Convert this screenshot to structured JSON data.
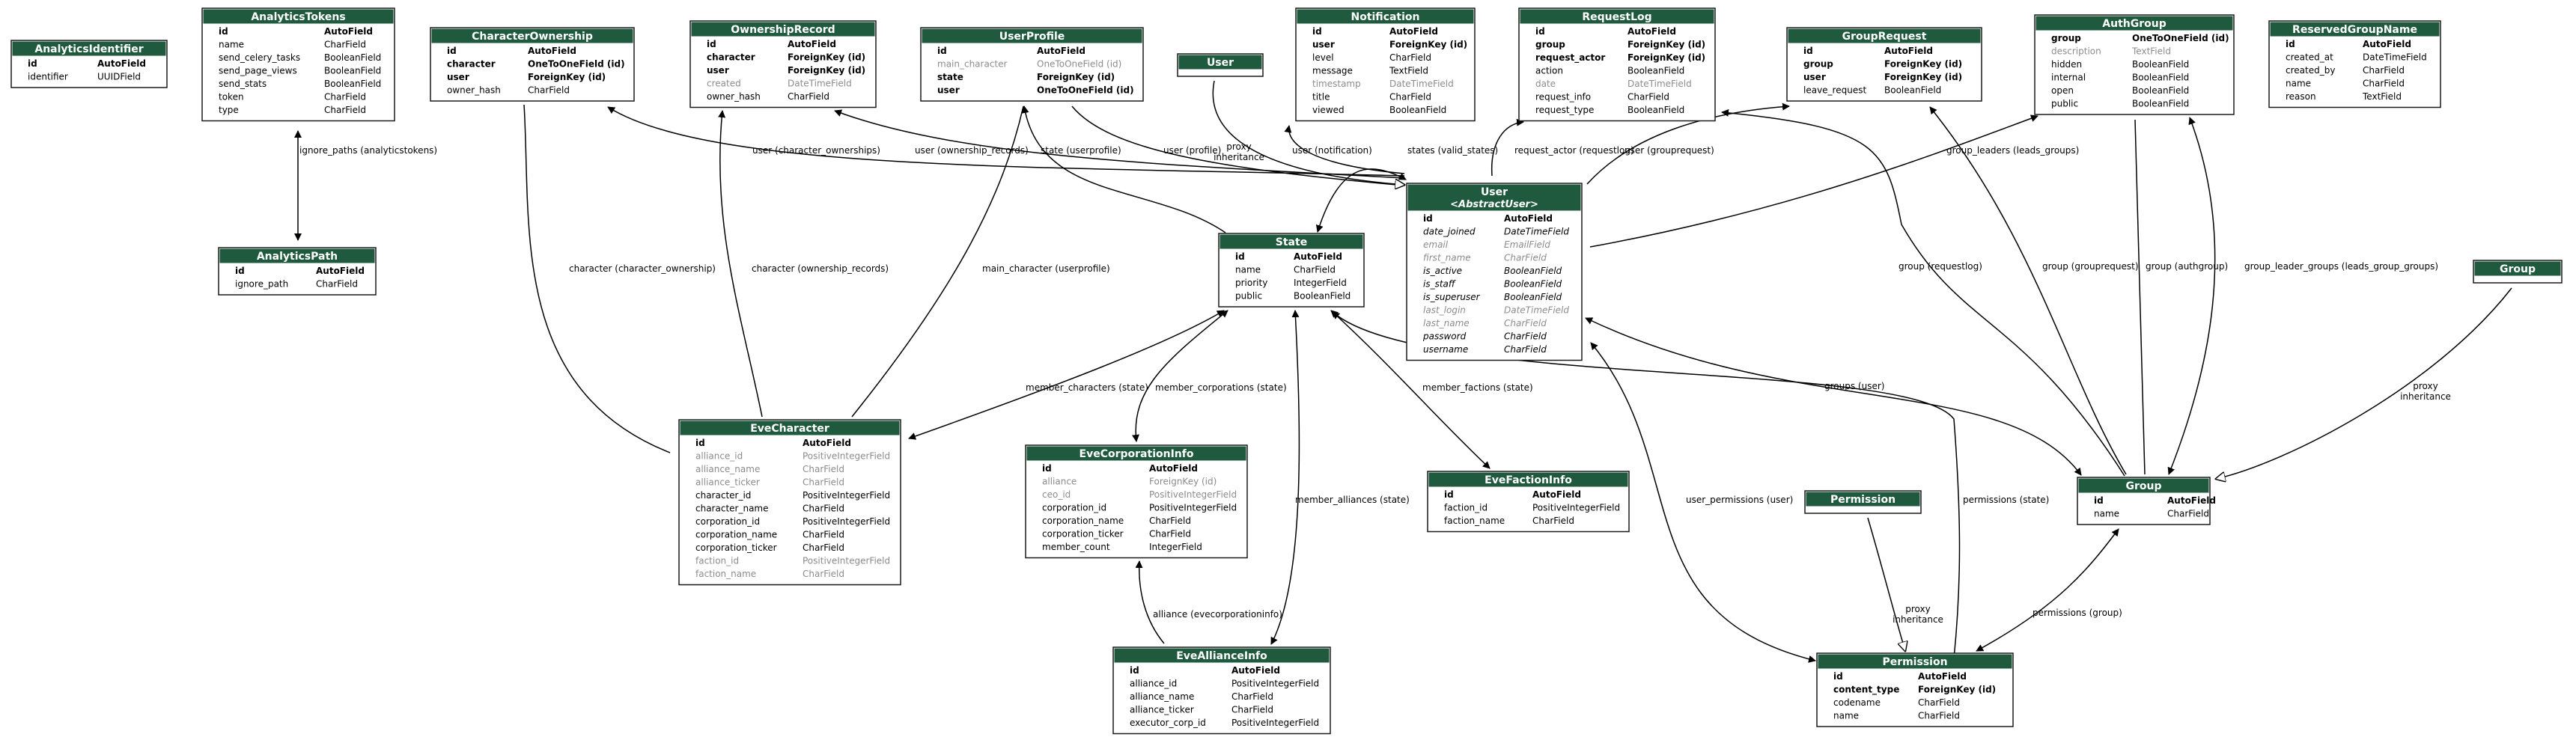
{
  "diagram": {
    "colors": {
      "header": "#1f5a3e",
      "header_text": "#ffffff",
      "border": "#1a1a1a",
      "text": "#000000",
      "muted": "#8c8c8c",
      "edge": "#000000",
      "background": "#ffffff"
    },
    "tables": [
      {
        "id": "AnalyticsIdentifier",
        "title": "AnalyticsIdentifier",
        "rows": [
          {
            "name": "id",
            "type": "AutoField",
            "style": "bold"
          },
          {
            "name": "identifier",
            "type": "UUIDField",
            "style": "normal"
          }
        ]
      },
      {
        "id": "AnalyticsTokens",
        "title": "AnalyticsTokens",
        "rows": [
          {
            "name": "id",
            "type": "AutoField",
            "style": "bold"
          },
          {
            "name": "name",
            "type": "CharField",
            "style": "normal"
          },
          {
            "name": "send_celery_tasks",
            "type": "BooleanField",
            "style": "normal"
          },
          {
            "name": "send_page_views",
            "type": "BooleanField",
            "style": "normal"
          },
          {
            "name": "send_stats",
            "type": "BooleanField",
            "style": "normal"
          },
          {
            "name": "token",
            "type": "CharField",
            "style": "normal"
          },
          {
            "name": "type",
            "type": "CharField",
            "style": "normal"
          }
        ]
      },
      {
        "id": "AnalyticsPath",
        "title": "AnalyticsPath",
        "rows": [
          {
            "name": "id",
            "type": "AutoField",
            "style": "bold"
          },
          {
            "name": "ignore_path",
            "type": "CharField",
            "style": "normal"
          }
        ]
      },
      {
        "id": "CharacterOwnership",
        "title": "CharacterOwnership",
        "rows": [
          {
            "name": "id",
            "type": "AutoField",
            "style": "bold"
          },
          {
            "name": "character",
            "type": "OneToOneField (id)",
            "style": "bold"
          },
          {
            "name": "user",
            "type": "ForeignKey (id)",
            "style": "bold"
          },
          {
            "name": "owner_hash",
            "type": "CharField",
            "style": "normal"
          }
        ]
      },
      {
        "id": "OwnershipRecord",
        "title": "OwnershipRecord",
        "rows": [
          {
            "name": "id",
            "type": "AutoField",
            "style": "bold"
          },
          {
            "name": "character",
            "type": "ForeignKey (id)",
            "style": "bold"
          },
          {
            "name": "user",
            "type": "ForeignKey (id)",
            "style": "bold"
          },
          {
            "name": "created",
            "type": "DateTimeField",
            "style": "muted"
          },
          {
            "name": "owner_hash",
            "type": "CharField",
            "style": "normal"
          }
        ]
      },
      {
        "id": "UserProfile",
        "title": "UserProfile",
        "rows": [
          {
            "name": "id",
            "type": "AutoField",
            "style": "bold"
          },
          {
            "name": "main_character",
            "type": "OneToOneField (id)",
            "style": "muted"
          },
          {
            "name": "state",
            "type": "ForeignKey (id)",
            "style": "bold"
          },
          {
            "name": "user",
            "type": "OneToOneField (id)",
            "style": "bold"
          }
        ]
      },
      {
        "id": "UserStub",
        "title": "User",
        "rows": []
      },
      {
        "id": "Notification",
        "title": "Notification",
        "rows": [
          {
            "name": "id",
            "type": "AutoField",
            "style": "bold"
          },
          {
            "name": "user",
            "type": "ForeignKey (id)",
            "style": "bold"
          },
          {
            "name": "level",
            "type": "CharField",
            "style": "normal"
          },
          {
            "name": "message",
            "type": "TextField",
            "style": "normal"
          },
          {
            "name": "timestamp",
            "type": "DateTimeField",
            "style": "muted"
          },
          {
            "name": "title",
            "type": "CharField",
            "style": "normal"
          },
          {
            "name": "viewed",
            "type": "BooleanField",
            "style": "normal"
          }
        ]
      },
      {
        "id": "RequestLog",
        "title": "RequestLog",
        "rows": [
          {
            "name": "id",
            "type": "AutoField",
            "style": "bold"
          },
          {
            "name": "group",
            "type": "ForeignKey (id)",
            "style": "bold"
          },
          {
            "name": "request_actor",
            "type": "ForeignKey (id)",
            "style": "bold"
          },
          {
            "name": "action",
            "type": "BooleanField",
            "style": "normal"
          },
          {
            "name": "date",
            "type": "DateTimeField",
            "style": "muted"
          },
          {
            "name": "request_info",
            "type": "CharField",
            "style": "normal"
          },
          {
            "name": "request_type",
            "type": "BooleanField",
            "style": "normal"
          }
        ]
      },
      {
        "id": "GroupRequest",
        "title": "GroupRequest",
        "rows": [
          {
            "name": "id",
            "type": "AutoField",
            "style": "bold"
          },
          {
            "name": "group",
            "type": "ForeignKey (id)",
            "style": "bold"
          },
          {
            "name": "user",
            "type": "ForeignKey (id)",
            "style": "bold"
          },
          {
            "name": "leave_request",
            "type": "BooleanField",
            "style": "normal"
          }
        ]
      },
      {
        "id": "AuthGroup",
        "title": "AuthGroup",
        "rows": [
          {
            "name": "group",
            "type": "OneToOneField (id)",
            "style": "bold"
          },
          {
            "name": "description",
            "type": "TextField",
            "style": "muted"
          },
          {
            "name": "hidden",
            "type": "BooleanField",
            "style": "normal"
          },
          {
            "name": "internal",
            "type": "BooleanField",
            "style": "normal"
          },
          {
            "name": "open",
            "type": "BooleanField",
            "style": "normal"
          },
          {
            "name": "public",
            "type": "BooleanField",
            "style": "normal"
          }
        ]
      },
      {
        "id": "ReservedGroupName",
        "title": "ReservedGroupName",
        "rows": [
          {
            "name": "id",
            "type": "AutoField",
            "style": "bold"
          },
          {
            "name": "created_at",
            "type": "DateTimeField",
            "style": "normal"
          },
          {
            "name": "created_by",
            "type": "CharField",
            "style": "normal"
          },
          {
            "name": "name",
            "type": "CharField",
            "style": "normal"
          },
          {
            "name": "reason",
            "type": "TextField",
            "style": "normal"
          }
        ]
      },
      {
        "id": "GroupStub",
        "title": "Group",
        "rows": []
      },
      {
        "id": "State",
        "title": "State",
        "rows": [
          {
            "name": "id",
            "type": "AutoField",
            "style": "bold"
          },
          {
            "name": "name",
            "type": "CharField",
            "style": "normal"
          },
          {
            "name": "priority",
            "type": "IntegerField",
            "style": "normal"
          },
          {
            "name": "public",
            "type": "BooleanField",
            "style": "normal"
          }
        ]
      },
      {
        "id": "User",
        "title": "User",
        "subtitle": "<AbstractUser>",
        "rows": [
          {
            "name": "id",
            "type": "AutoField",
            "style": "bold"
          },
          {
            "name": "date_joined",
            "type": "DateTimeField",
            "style": "italic"
          },
          {
            "name": "email",
            "type": "EmailField",
            "style": "muted-italic"
          },
          {
            "name": "first_name",
            "type": "CharField",
            "style": "muted-italic"
          },
          {
            "name": "is_active",
            "type": "BooleanField",
            "style": "italic"
          },
          {
            "name": "is_staff",
            "type": "BooleanField",
            "style": "italic"
          },
          {
            "name": "is_superuser",
            "type": "BooleanField",
            "style": "italic"
          },
          {
            "name": "last_login",
            "type": "DateTimeField",
            "style": "muted-italic"
          },
          {
            "name": "last_name",
            "type": "CharField",
            "style": "muted-italic"
          },
          {
            "name": "password",
            "type": "CharField",
            "style": "italic"
          },
          {
            "name": "username",
            "type": "CharField",
            "style": "italic"
          }
        ]
      },
      {
        "id": "EveCharacter",
        "title": "EveCharacter",
        "rows": [
          {
            "name": "id",
            "type": "AutoField",
            "style": "bold"
          },
          {
            "name": "alliance_id",
            "type": "PositiveIntegerField",
            "style": "muted"
          },
          {
            "name": "alliance_name",
            "type": "CharField",
            "style": "muted"
          },
          {
            "name": "alliance_ticker",
            "type": "CharField",
            "style": "muted"
          },
          {
            "name": "character_id",
            "type": "PositiveIntegerField",
            "style": "normal"
          },
          {
            "name": "character_name",
            "type": "CharField",
            "style": "normal"
          },
          {
            "name": "corporation_id",
            "type": "PositiveIntegerField",
            "style": "normal"
          },
          {
            "name": "corporation_name",
            "type": "CharField",
            "style": "normal"
          },
          {
            "name": "corporation_ticker",
            "type": "CharField",
            "style": "normal"
          },
          {
            "name": "faction_id",
            "type": "PositiveIntegerField",
            "style": "muted"
          },
          {
            "name": "faction_name",
            "type": "CharField",
            "style": "muted"
          }
        ]
      },
      {
        "id": "EveCorporationInfo",
        "title": "EveCorporationInfo",
        "rows": [
          {
            "name": "id",
            "type": "AutoField",
            "style": "bold"
          },
          {
            "name": "alliance",
            "type": "ForeignKey (id)",
            "style": "muted"
          },
          {
            "name": "ceo_id",
            "type": "PositiveIntegerField",
            "style": "muted"
          },
          {
            "name": "corporation_id",
            "type": "PositiveIntegerField",
            "style": "normal"
          },
          {
            "name": "corporation_name",
            "type": "CharField",
            "style": "normal"
          },
          {
            "name": "corporation_ticker",
            "type": "CharField",
            "style": "normal"
          },
          {
            "name": "member_count",
            "type": "IntegerField",
            "style": "normal"
          }
        ]
      },
      {
        "id": "EveFactionInfo",
        "title": "EveFactionInfo",
        "rows": [
          {
            "name": "id",
            "type": "AutoField",
            "style": "bold"
          },
          {
            "name": "faction_id",
            "type": "PositiveIntegerField",
            "style": "normal"
          },
          {
            "name": "faction_name",
            "type": "CharField",
            "style": "normal"
          }
        ]
      },
      {
        "id": "Permission",
        "title": "Permission",
        "rows": []
      },
      {
        "id": "PermissionFull",
        "title": "Permission",
        "rows": [
          {
            "name": "id",
            "type": "AutoField",
            "style": "bold"
          },
          {
            "name": "content_type",
            "type": "ForeignKey (id)",
            "style": "bold"
          },
          {
            "name": "codename",
            "type": "CharField",
            "style": "normal"
          },
          {
            "name": "name",
            "type": "CharField",
            "style": "normal"
          }
        ]
      },
      {
        "id": "Group",
        "title": "Group",
        "rows": [
          {
            "name": "id",
            "type": "AutoField",
            "style": "bold"
          },
          {
            "name": "name",
            "type": "CharField",
            "style": "normal"
          }
        ]
      },
      {
        "id": "EveAllianceInfo",
        "title": "EveAllianceInfo",
        "rows": [
          {
            "name": "id",
            "type": "AutoField",
            "style": "bold"
          },
          {
            "name": "alliance_id",
            "type": "PositiveIntegerField",
            "style": "normal"
          },
          {
            "name": "alliance_name",
            "type": "CharField",
            "style": "normal"
          },
          {
            "name": "alliance_ticker",
            "type": "CharField",
            "style": "normal"
          },
          {
            "name": "executor_corp_id",
            "type": "PositiveIntegerField",
            "style": "normal"
          }
        ]
      }
    ],
    "edges": [
      {
        "id": "e1",
        "label": "ignore_paths (analyticstokens)"
      },
      {
        "id": "e2",
        "label": "user (character_ownerships)"
      },
      {
        "id": "e3",
        "label": "user (ownership_records)"
      },
      {
        "id": "e4",
        "label": "state (userprofile)"
      },
      {
        "id": "e5",
        "label": "user (profile)"
      },
      {
        "id": "e6",
        "label": "proxy\ninheritance"
      },
      {
        "id": "e7",
        "label": "user (notification)"
      },
      {
        "id": "e8",
        "label": "states (valid_states)"
      },
      {
        "id": "e9",
        "label": "request_actor (requestlog)"
      },
      {
        "id": "e10",
        "label": "user (grouprequest)"
      },
      {
        "id": "e11",
        "label": "group_leaders (leads_groups)"
      },
      {
        "id": "e12",
        "label": "character (character_ownership)"
      },
      {
        "id": "e13",
        "label": "character (ownership_records)"
      },
      {
        "id": "e14",
        "label": "main_character (userprofile)"
      },
      {
        "id": "e15",
        "label": "member_characters (state)"
      },
      {
        "id": "e16",
        "label": "member_corporations (state)"
      },
      {
        "id": "e17",
        "label": "member_factions (state)"
      },
      {
        "id": "e18",
        "label": "member_alliances (state)"
      },
      {
        "id": "e19",
        "label": "alliance (evecorporationinfo)"
      },
      {
        "id": "e20",
        "label": "group (requestlog)"
      },
      {
        "id": "e21",
        "label": "group (grouprequest)"
      },
      {
        "id": "e22",
        "label": "group (authgroup)"
      },
      {
        "id": "e23",
        "label": "group_leader_groups (leads_group_groups)"
      },
      {
        "id": "e24",
        "label": "proxy\ninheritance"
      },
      {
        "id": "e25",
        "label": "groups (user)"
      },
      {
        "id": "e26",
        "label": "user_permissions (user)"
      },
      {
        "id": "e27",
        "label": "permissions (state)"
      },
      {
        "id": "e28",
        "label": "proxy\ninheritance"
      },
      {
        "id": "e29",
        "label": "permissions (group)"
      }
    ]
  }
}
